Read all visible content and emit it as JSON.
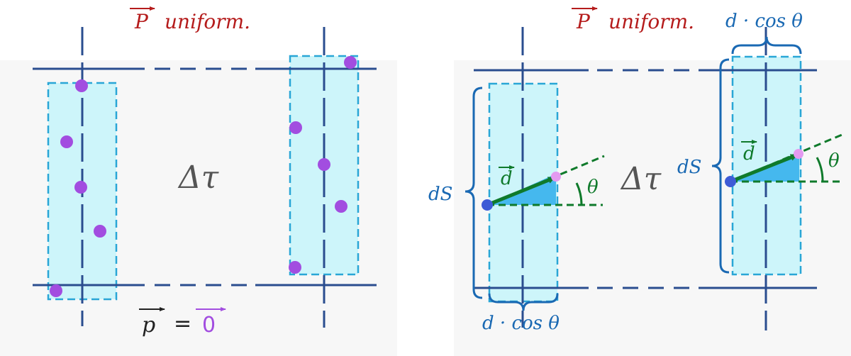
{
  "colors": {
    "background": "#ffffff",
    "panel_background": "#f7f7f7",
    "plate_line": "#2a4d8f",
    "column_fill": "#cdf5fa",
    "column_border": "#29a6d6",
    "charge_purple": "#a24de0",
    "title_red": "#b51c1c",
    "label_blue": "#1a69b3",
    "dipole_green": "#0f7a2b",
    "triangle_fill": "#45b8ee",
    "neg_charge": "#3e5bd6",
    "pos_charge": "#e39af0",
    "delta_gray": "#555555",
    "zero_purple": "#a24de0"
  },
  "left_panel": {
    "title_vector": "P",
    "title_text": "uniform.",
    "volume_label": "Δτ",
    "dipole_sum_lhs": "p",
    "equals": "=",
    "dipole_sum_rhs": "0"
  },
  "right_panel": {
    "title_vector": "P",
    "title_text": "uniform.",
    "top_width_label": "d · cos θ",
    "volume_label": "Δτ",
    "surface_label_left": "dS",
    "surface_label_right": "dS",
    "dipole_label_left": "d",
    "dipole_label_right": "d",
    "angle_label_left": "θ",
    "angle_label_right": "θ",
    "bottom_width_label": "d · cos θ"
  }
}
